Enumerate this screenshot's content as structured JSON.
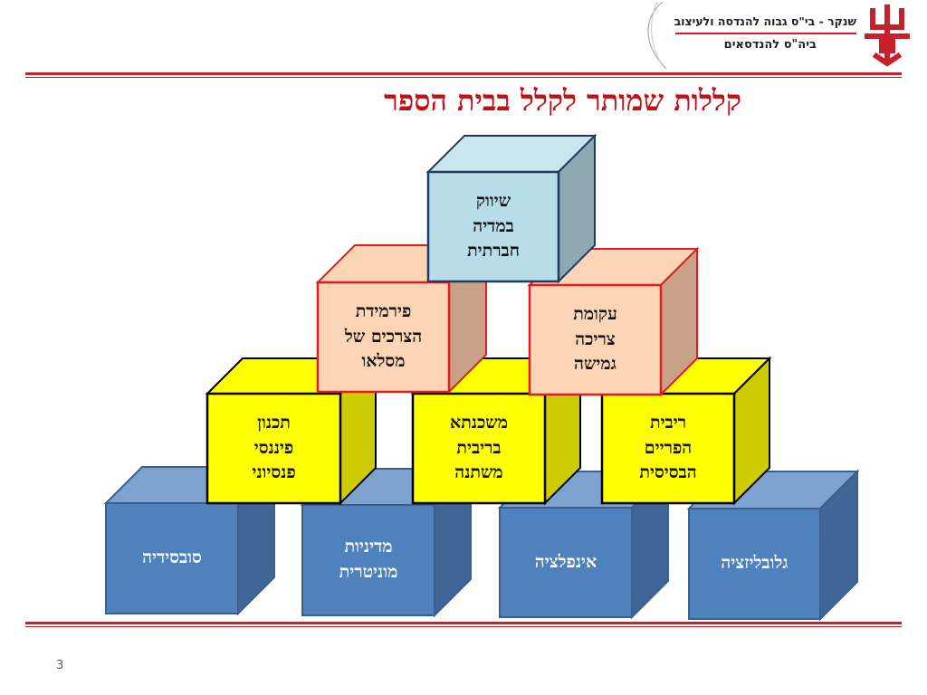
{
  "header": {
    "institution_line1": "שנקר - בי\"ס גבוה להנדסה ולעיצוב",
    "institution_line2": "ביה\"ס להנדסאים"
  },
  "slide": {
    "title": "קללות שמותר לקלל בבית הספר",
    "page_number": "3"
  },
  "colors": {
    "accent": "#c8202a",
    "title": "#c01018",
    "tier_bottom": "#4f81bd",
    "tier_yellow": "#ffff00",
    "tier_peach": "#fbd5b5",
    "tier_top": "#b7dde8"
  },
  "blocks": {
    "bottom": [
      {
        "label": "גלובליזציה"
      },
      {
        "label": "אינפלציה"
      },
      {
        "label": "מדיניות\nמוניטרית"
      },
      {
        "label": "סובסידיה"
      }
    ],
    "yellow": [
      {
        "label": "ריבית\nהפריים\nהבסיסית"
      },
      {
        "label": "משכנתא\nבריבית\nמשתנה"
      },
      {
        "label": "תכנון\nפיננסי\nפנסיוני"
      }
    ],
    "peach": [
      {
        "label": "עקומת\nצריכה\nגמישה"
      },
      {
        "label": "פירמידת\nהצרכים של\nמסלאו"
      }
    ],
    "top": [
      {
        "label": "שיווק\nבמדיה\nחברתית"
      }
    ]
  }
}
